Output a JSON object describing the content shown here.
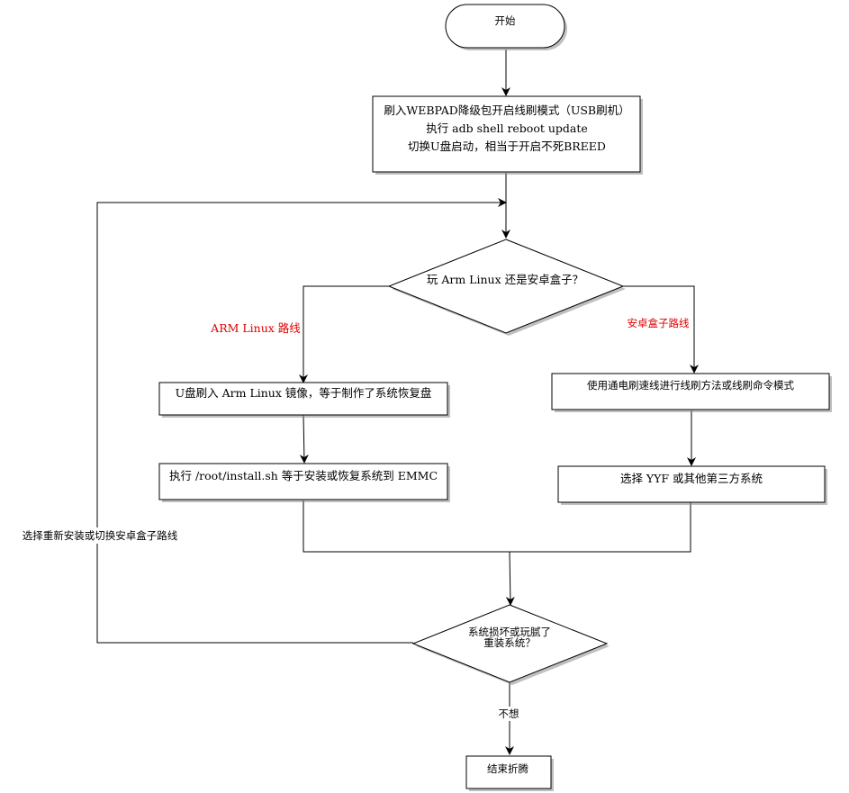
{
  "diagram": {
    "start": "开始",
    "flash_step": {
      "line1": "刷入WEBPAD降级包开启线刷模式（USB刷机）",
      "line2": "执行 adb shell reboot update",
      "line3": "切换U盘启动，相当于开启不死BREED"
    },
    "decision1": "玩 Arm Linux 还是安卓盒子？",
    "left_route_label": "ARM Linux 路线",
    "right_route_label": "安卓盒子路线",
    "left_step1": "U盘刷入 Arm Linux 镜像，等于制作了系统恢复盘",
    "left_step2": "执行 /root/install.sh 等于安装或恢复系统到 EMMC",
    "right_step1": "使用通电刷速线进行线刷方法或线刷命令模式",
    "right_step2": "选择 YYF 或其他第三方系统",
    "decision2": {
      "line1": "系统损坏或玩腻了",
      "line2": "重装系统？"
    },
    "loop_label": "选择重新安装或切换安卓盒子路线",
    "no_label": "不想",
    "end": "结束折腾",
    "colors": {
      "route_label": "#e00000",
      "shape_stroke": "#000000",
      "shadow": "#8c8c8c"
    }
  }
}
